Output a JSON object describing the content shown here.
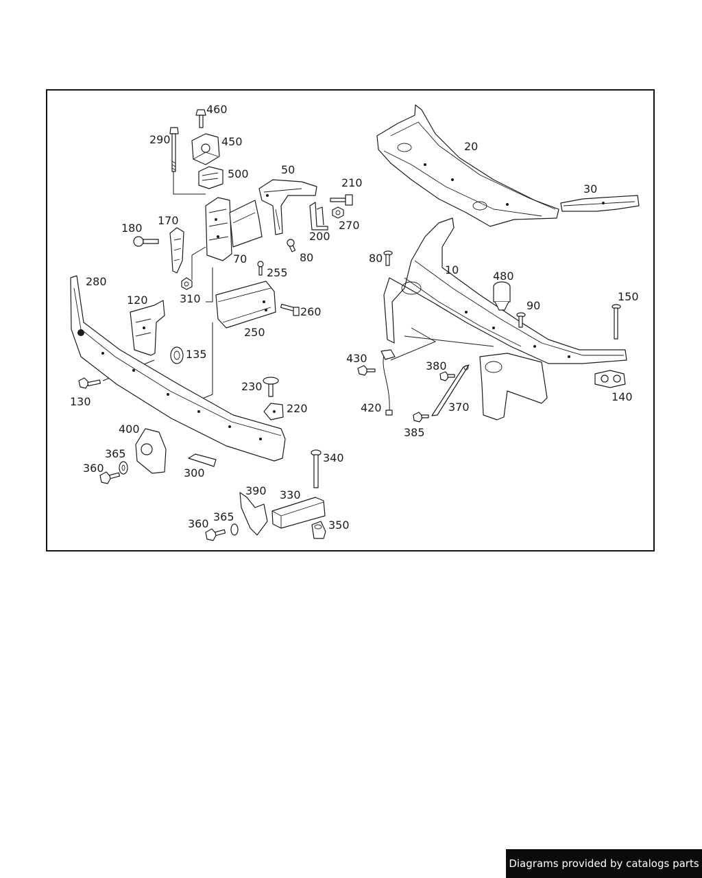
{
  "footer": {
    "credit": "Diagrams provided by catalogs parts"
  },
  "diagram": {
    "callouts": {
      "c460": "460",
      "c290": "290",
      "c450": "450",
      "c500": "500",
      "c50": "50",
      "c210": "210",
      "c270": "270",
      "c200": "200",
      "c180": "180",
      "c170": "170",
      "c70": "70",
      "c80a": "80",
      "c255": "255",
      "c310": "310",
      "c280": "280",
      "c120": "120",
      "c250": "250",
      "c260": "260",
      "c135": "135",
      "c130": "130",
      "c230": "230",
      "c220": "220",
      "c400": "400",
      "c365a": "365",
      "c360a": "360",
      "c300": "300",
      "c340": "340",
      "c390": "390",
      "c330": "330",
      "c365b": "365",
      "c360b": "360",
      "c350": "350",
      "c20": "20",
      "c30": "30",
      "c80b": "80",
      "c10": "10",
      "c480": "480",
      "c90": "90",
      "c150": "150",
      "c430": "430",
      "c380": "380",
      "c420": "420",
      "c370": "370",
      "c385": "385",
      "c140": "140"
    }
  }
}
